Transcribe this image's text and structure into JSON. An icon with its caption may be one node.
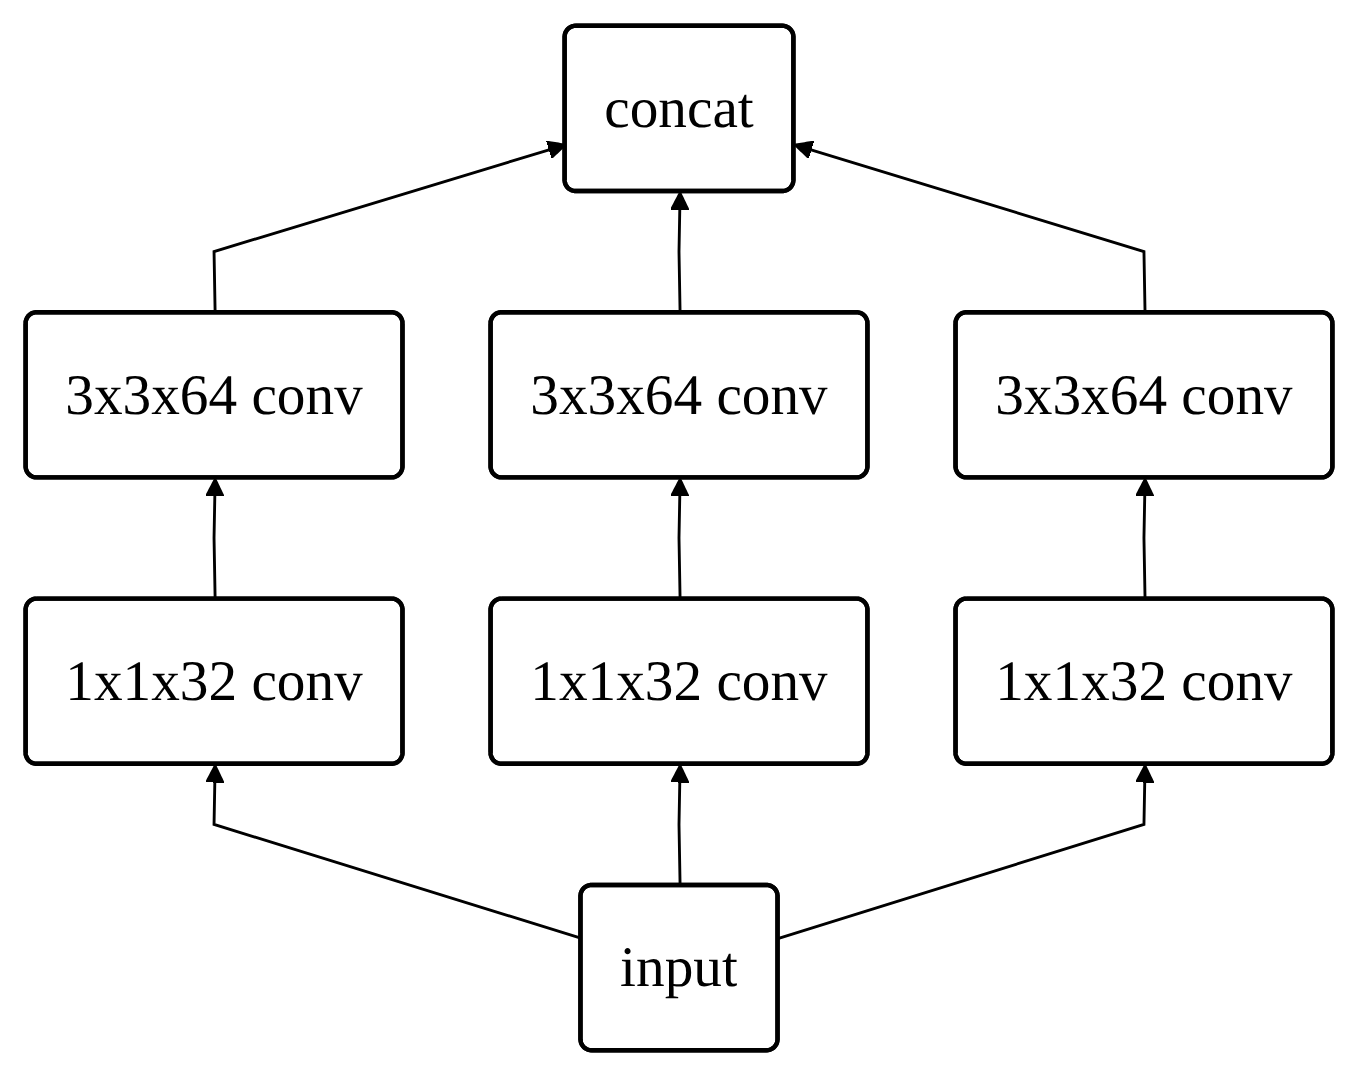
{
  "diagram": {
    "nodes": [
      {
        "text": [
          "concat"
        ]
      },
      {
        "text": [
          "3x3x64 conv"
        ]
      },
      {
        "text": [
          "3x3x64 conv"
        ]
      },
      {
        "text": [
          "3x3x64 conv"
        ]
      },
      {
        "text": [
          "1x1x32 conv"
        ]
      },
      {
        "text": [
          "1x1x32 conv"
        ]
      },
      {
        "text": [
          "1x1x32 conv"
        ]
      },
      {
        "text": [
          "input"
        ]
      }
    ],
    "edges": [
      {
        "from": 7,
        "to": 4,
        "arrow": "to"
      },
      {
        "from": 7,
        "to": 5,
        "arrow": "to"
      },
      {
        "from": 7,
        "to": 6,
        "arrow": "to"
      },
      {
        "from": 4,
        "to": 1,
        "arrow": "to"
      },
      {
        "from": 5,
        "to": 2,
        "arrow": "to"
      },
      {
        "from": 6,
        "to": 3,
        "arrow": "to"
      },
      {
        "from": 1,
        "to": 0,
        "arrow": "to"
      },
      {
        "from": 2,
        "to": 0,
        "arrow": "to"
      },
      {
        "from": 3,
        "to": 0,
        "arrow": "to"
      }
    ]
  }
}
